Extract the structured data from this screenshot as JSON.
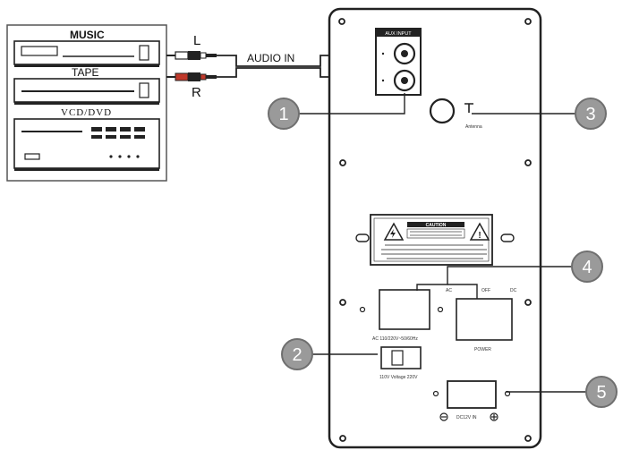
{
  "sources": {
    "music_label": "MUSIC",
    "tape_label": "TAPE",
    "vcd_dvd_label": "VCD/DVD"
  },
  "audio_link": {
    "left_channel": "L",
    "right_channel": "R",
    "cable_label": "AUDIO IN",
    "right_left_channel": "L",
    "right_right_channel": "R"
  },
  "panel": {
    "aux_input_label": "AUX INPUT",
    "antenna_label": "Antenna",
    "caution_title": "CAUTION",
    "ac_off_label": "AC",
    "off_label": "OFF",
    "dc_label": "DC",
    "ac_voltage_label": "AC 110/220V~50/60Hz",
    "power_label": "POWER",
    "voltage_selector_label": "110V  Voltage 220V",
    "dc_input_label": "DC12V IN"
  },
  "callouts": [
    "1",
    "2",
    "3",
    "4",
    "5"
  ],
  "colors": {
    "line": "#222222",
    "callout_fill": "#9a9a9a",
    "callout_stroke": "#6f6f6f",
    "plug_red": "#c0392b"
  }
}
